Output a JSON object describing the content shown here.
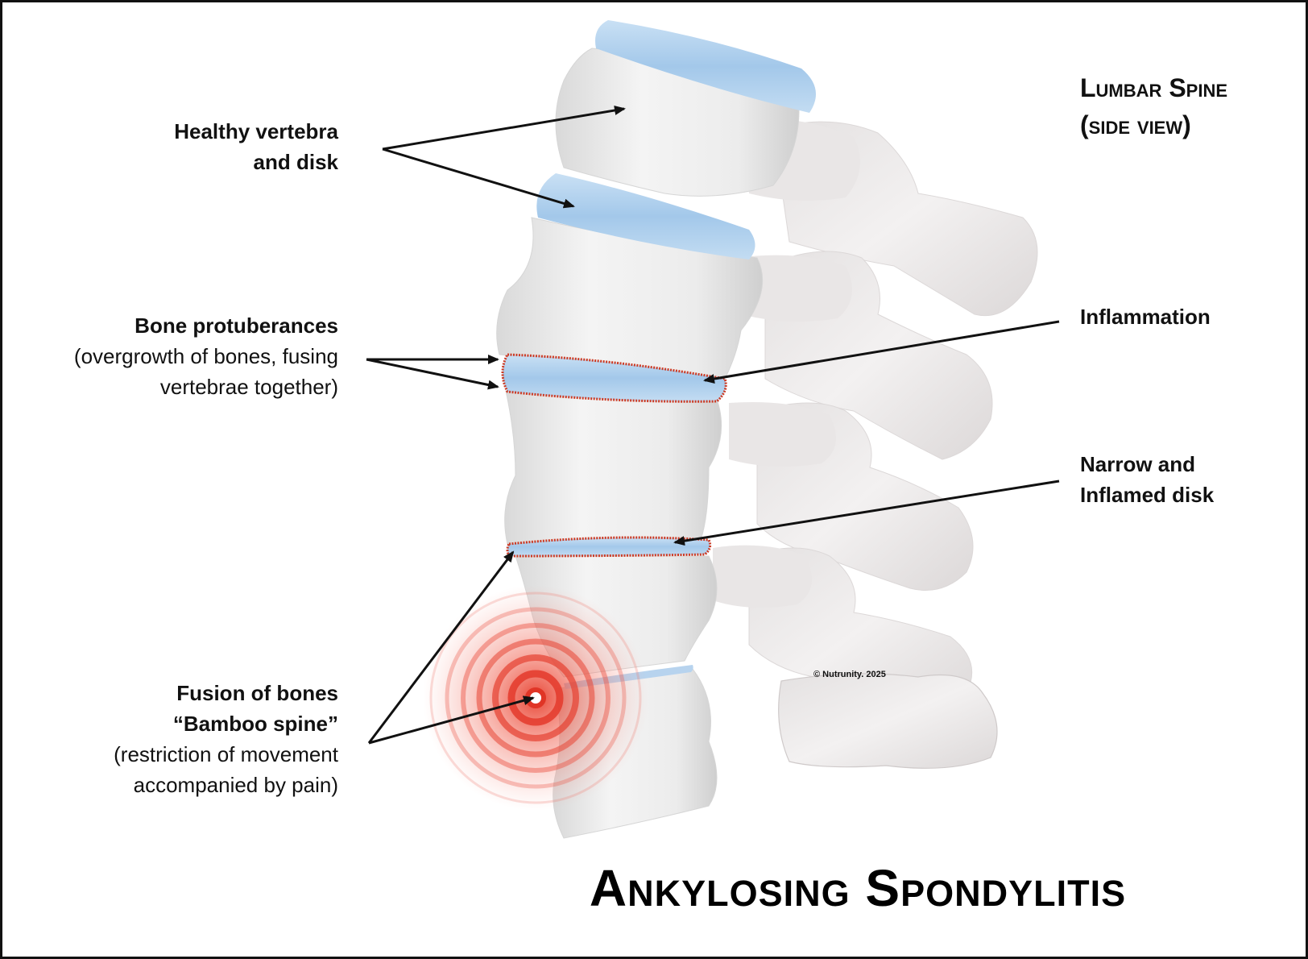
{
  "title": "Ankylosing Spondylitis",
  "view_label": {
    "line1": "Lumbar Spine",
    "line2": "(side view)"
  },
  "labels": {
    "healthy": {
      "line1": "Healthy vertebra",
      "line2": "and disk"
    },
    "protuberances": {
      "line1": "Bone protuberances",
      "line2": "(overgrowth of bones, fusing",
      "line3": "vertebrae together)"
    },
    "fusion": {
      "line1": "Fusion of bones",
      "line2": "“Bamboo spine”",
      "line3": "(restriction of movement",
      "line4": "accompanied by pain)"
    },
    "inflammation": {
      "line1": "Inflammation"
    },
    "narrow_disk": {
      "line1": "Narrow and",
      "line2": "Inflamed disk"
    }
  },
  "copyright": "© Nutrunity. 2025",
  "colors": {
    "bone": "#eeeeee",
    "disk": "#a9cdec",
    "inflammation": "#cc3a24",
    "pain": "#e8402f",
    "arrow": "#111111"
  }
}
